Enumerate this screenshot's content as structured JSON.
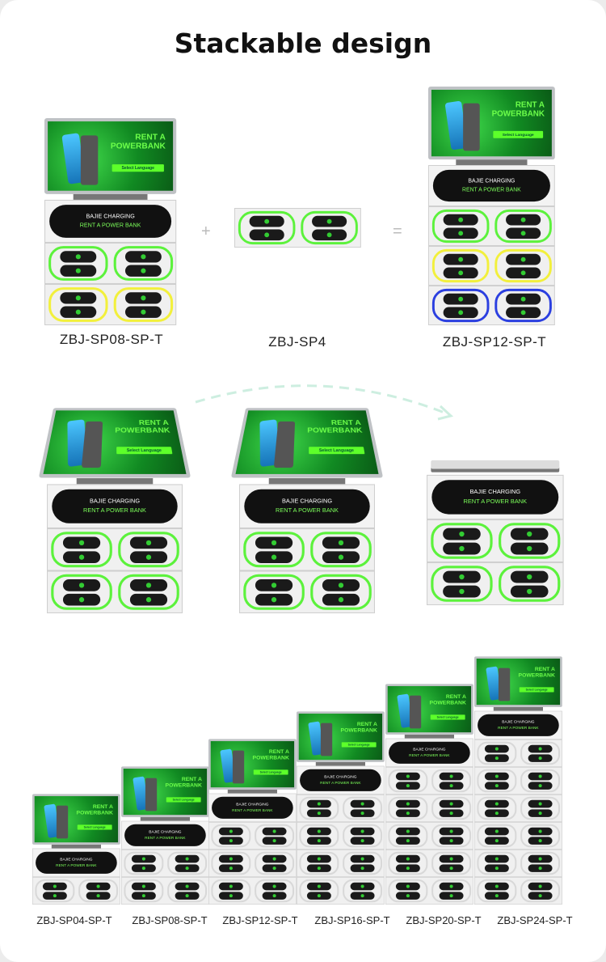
{
  "title": "Stackable design",
  "operators": {
    "plus": "+",
    "equals": "="
  },
  "screen": {
    "headline": "RENT A POWERBANK",
    "button": "Select Language"
  },
  "header_panel": {
    "brand": "BAJIE CHARGING",
    "slogan": "RENT A POWER BANK"
  },
  "row1": {
    "left_label": "ZBJ-SP08-SP-T",
    "middle_label": "ZBJ-SP4",
    "right_label": "ZBJ-SP12-SP-T"
  },
  "row3": {
    "labels": [
      "ZBJ-SP04-SP-T",
      "ZBJ-SP08-SP-T",
      "ZBJ-SP12-SP-T",
      "ZBJ-SP16-SP-T",
      "ZBJ-SP20-SP-T",
      "ZBJ-SP24-SP-T"
    ]
  },
  "colors": {
    "green": "#5cf23c",
    "yellow": "#f2f03c",
    "blue": "#2b3fe0"
  }
}
